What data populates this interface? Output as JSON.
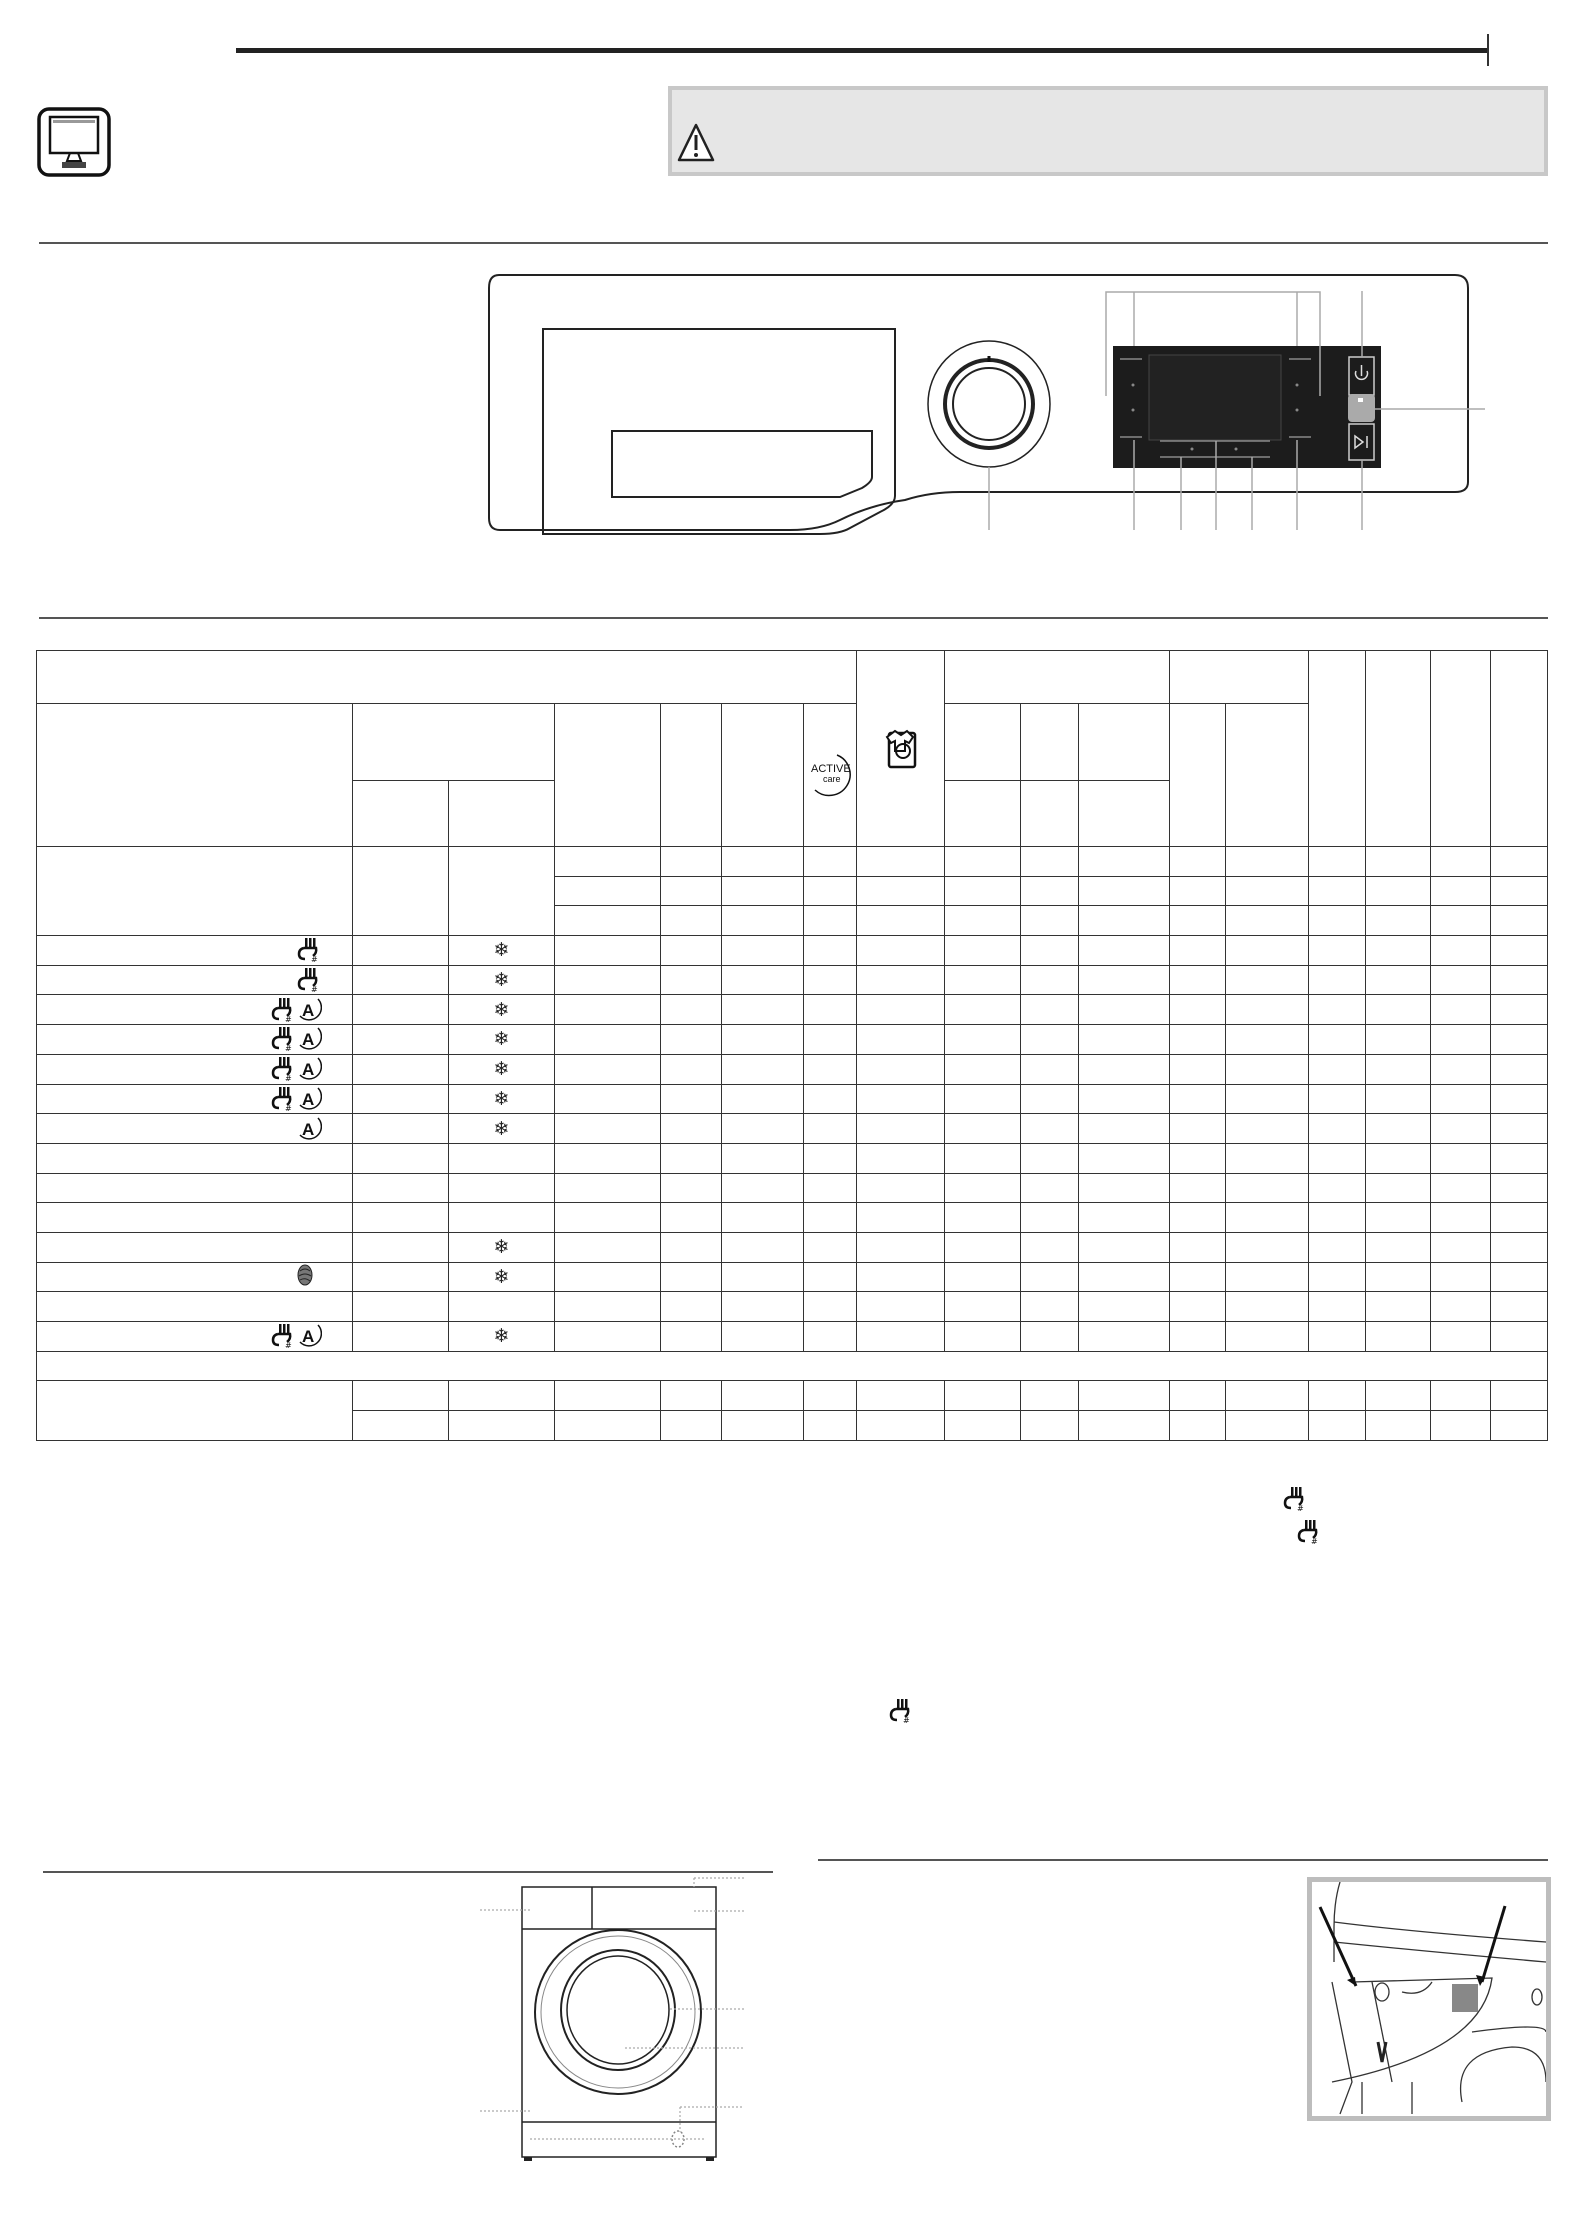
{
  "header": {
    "monitor_icon": "monitor-icon",
    "warning_icon": "warning-triangle-icon"
  },
  "control_panel": {
    "icons": [
      "power-icon",
      "start-pause-icon",
      "program-knob",
      "display-screen"
    ]
  },
  "table": {
    "active_care_logo": "ACTIVE care",
    "header_icons": [
      "active-care-icon",
      "stain-wash-icon"
    ],
    "body_rows": [
      {
        "label_icons": [
          "prog-dose-icon"
        ],
        "snow": true
      },
      {
        "label_icons": [
          "prog-dose-icon"
        ],
        "snow": true
      },
      {
        "label_icons": [
          "prog-dose-icon",
          "auto-dose-icon"
        ],
        "snow": true
      },
      {
        "label_icons": [
          "prog-dose-icon",
          "auto-dose-icon"
        ],
        "snow": true
      },
      {
        "label_icons": [
          "prog-dose-icon",
          "auto-dose-icon"
        ],
        "snow": true
      },
      {
        "label_icons": [
          "prog-dose-icon",
          "auto-dose-icon"
        ],
        "snow": true
      },
      {
        "label_icons": [
          "auto-dose-icon"
        ],
        "snow": true
      },
      {
        "label_icons": [],
        "snow": false
      },
      {
        "label_icons": [],
        "snow": false
      },
      {
        "label_icons": [],
        "snow": false
      },
      {
        "label_icons": [],
        "snow": true
      },
      {
        "label_icons": [
          "wool-icon"
        ],
        "snow": true
      },
      {
        "label_icons": [],
        "snow": false
      },
      {
        "label_icons": [
          "prog-dose-icon",
          "auto-dose-icon"
        ],
        "snow": true
      }
    ],
    "snow_symbol": "❄"
  },
  "colors": {
    "warning_bg": "#e6e6e6",
    "warning_border": "#c8c8c8",
    "panel_display": "#1c1c1c"
  }
}
